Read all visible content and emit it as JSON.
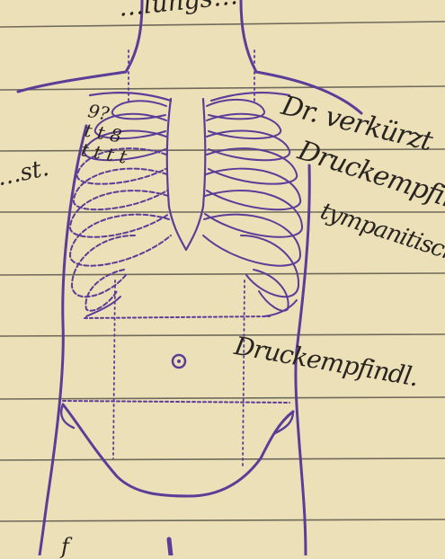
{
  "colors": {
    "paper": "#ebe0b8",
    "ruled_line": "#6f6a5c",
    "diagram_ink": "#5b3d98",
    "handwriting_ink": "#2a2420"
  },
  "handwritten_notes": {
    "top_margin": "…lungs…",
    "left_margin": "…st.",
    "right_lungs": "Dr. verkürzt",
    "right_pressure": "Druckempfindl.",
    "right_tympanic": "tympanitisch",
    "right_abdomen": "Druckempfindl.",
    "rib_marks": "9?\nt t 8\nt t t t",
    "bottom_margin": "f"
  }
}
